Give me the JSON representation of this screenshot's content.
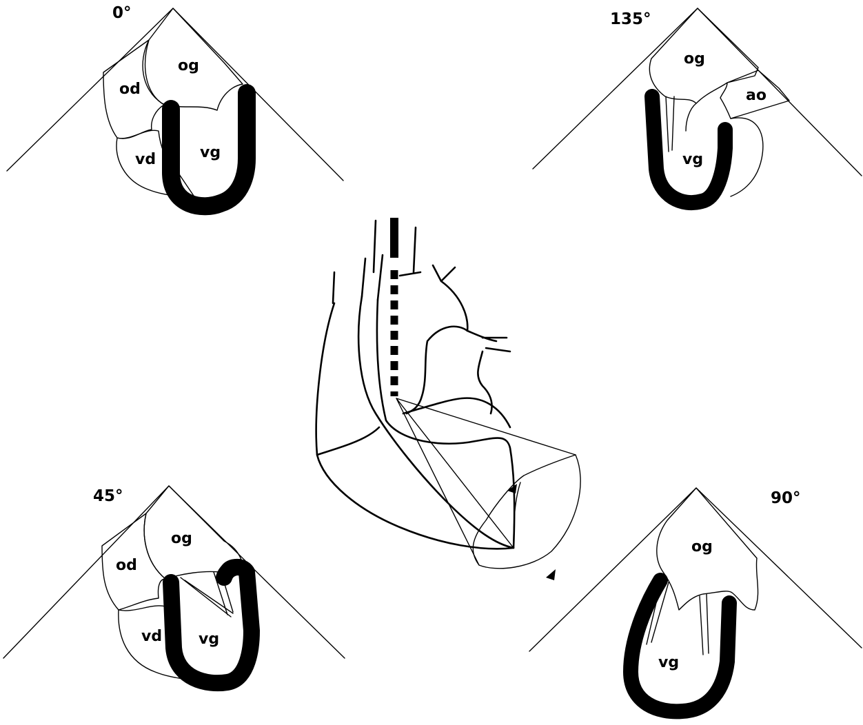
{
  "views": [
    {
      "angle": "0°",
      "labels": {
        "og": "og",
        "od": "od",
        "vd": "vd",
        "vg": "vg"
      }
    },
    {
      "angle": "135°",
      "labels": {
        "og": "og",
        "ao": "ao",
        "vg": "vg"
      }
    },
    {
      "angle": "45°",
      "labels": {
        "og": "og",
        "od": "od",
        "vd": "vd",
        "vg": "vg"
      }
    },
    {
      "angle": "90°",
      "labels": {
        "og": "og",
        "vg": "vg"
      }
    }
  ],
  "colors": {
    "ink": "#000000",
    "background": "#ffffff"
  }
}
